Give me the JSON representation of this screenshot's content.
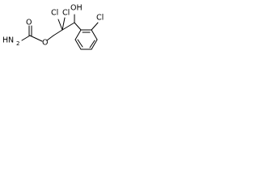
{
  "structure": {
    "atoms": {
      "amine": "H",
      "amine_n": "N",
      "amine_sub": "2",
      "carbonyl_oxygen": "O",
      "ester_oxygen": "O",
      "cl_left": "Cl",
      "cl_right": "Cl",
      "hydroxyl": "OH",
      "aryl_cl": "Cl"
    }
  }
}
